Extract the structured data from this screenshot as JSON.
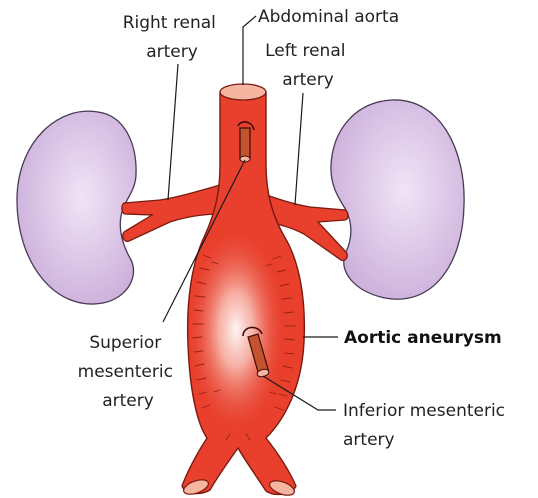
{
  "labels": {
    "right_renal": [
      "Right renal",
      "artery"
    ],
    "abdominal_aorta": "Abdominal aorta",
    "left_renal": [
      "Left renal",
      "artery"
    ],
    "superior_mesenteric": [
      "Superior",
      "mesenteric",
      "artery"
    ],
    "aortic_aneurysm": "Aortic aneurysm",
    "inferior_mesenteric": [
      "Inferior mesenteric",
      "artery"
    ]
  },
  "colors": {
    "kidney": "#d9c3e6",
    "kidney_outline": "#4a3a55",
    "aorta": "#e8402d",
    "aorta_outline": "#7a1a10",
    "aorta_top": "#f5b5a0",
    "vessel_stub": "#c4542f",
    "highlight": "#fde4dc"
  }
}
